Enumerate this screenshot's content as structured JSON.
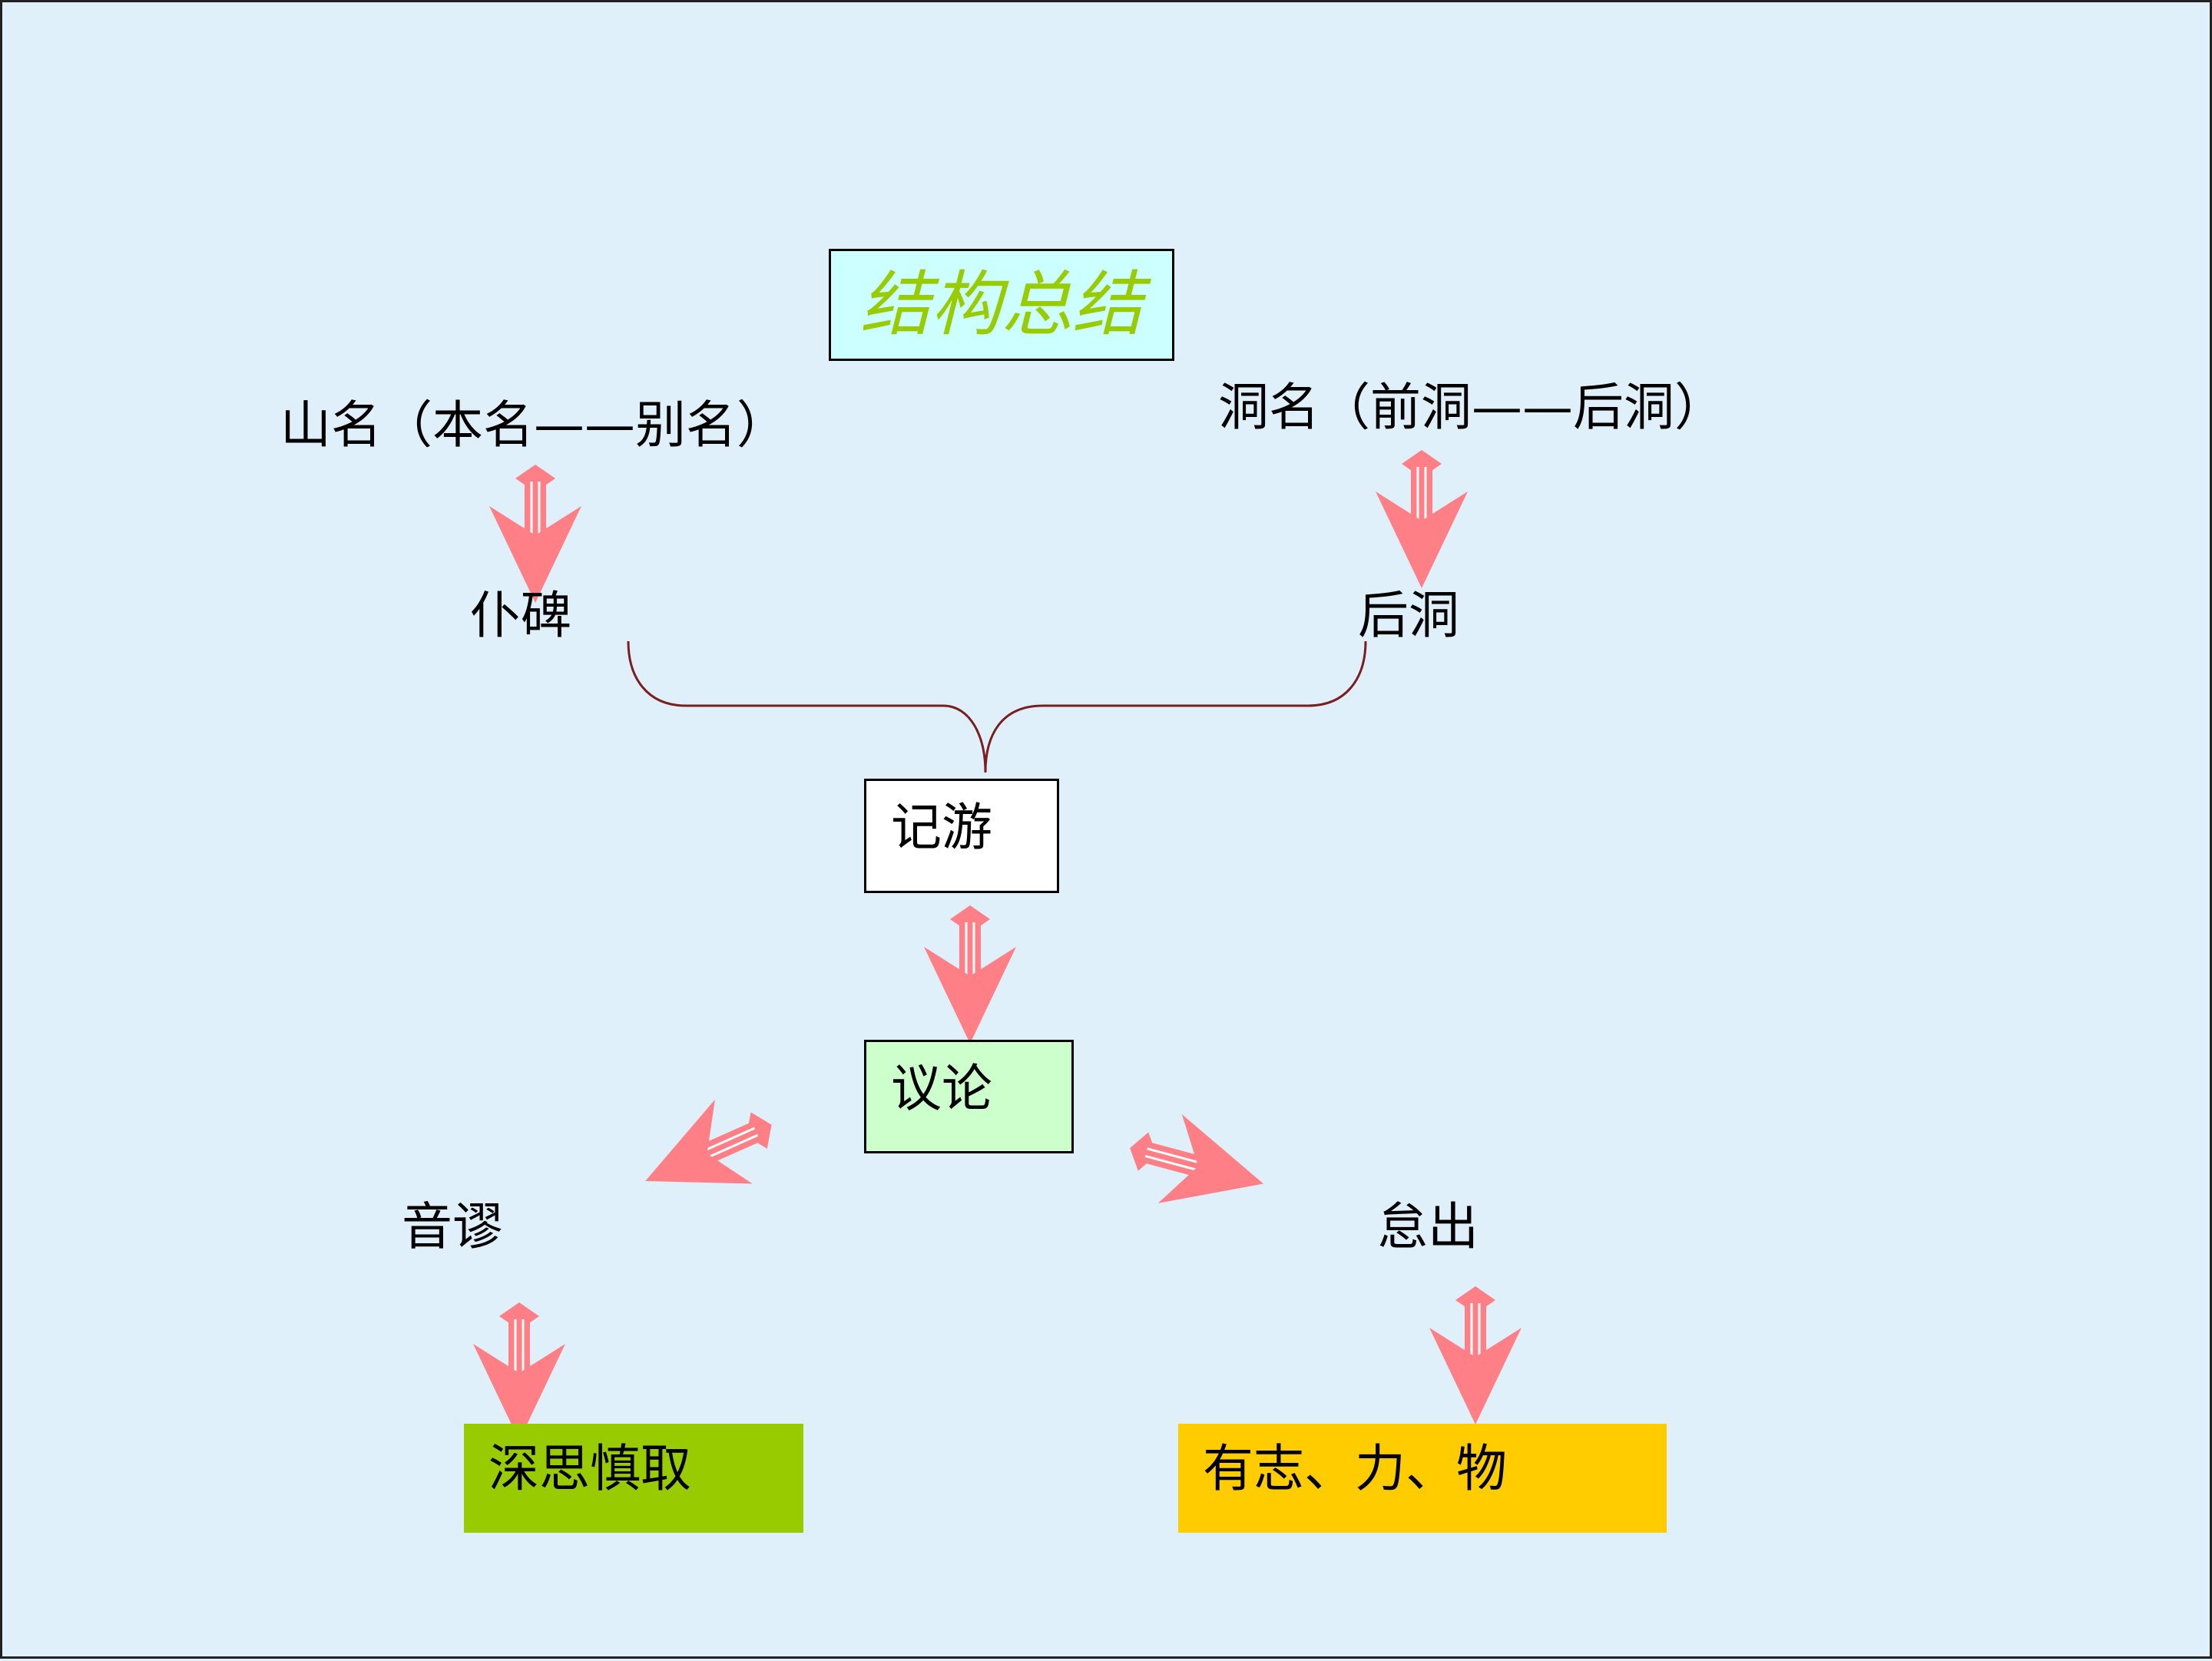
{
  "title": "结构总结",
  "nodes": {
    "mountain_name": "山名（本名——别名）",
    "cave_name": "洞名（前洞——后洞）",
    "pubei": "仆碑",
    "houdong": "后洞",
    "jiyou": "记游",
    "yilun": "议论",
    "yinmiu": "音谬",
    "daichu": "怠出",
    "shensi": "深思慎取",
    "youzhi": "有志、力、物"
  },
  "colors": {
    "background": "#dff0fa",
    "arrow": "#ff7f86",
    "brace": "#7a1f1f",
    "title_text": "#99cc00",
    "title_box": "#ccffff",
    "yilun_box": "#ccffcc",
    "shensi_box": "#99cc00",
    "youzhi_box": "#ffcc00"
  }
}
